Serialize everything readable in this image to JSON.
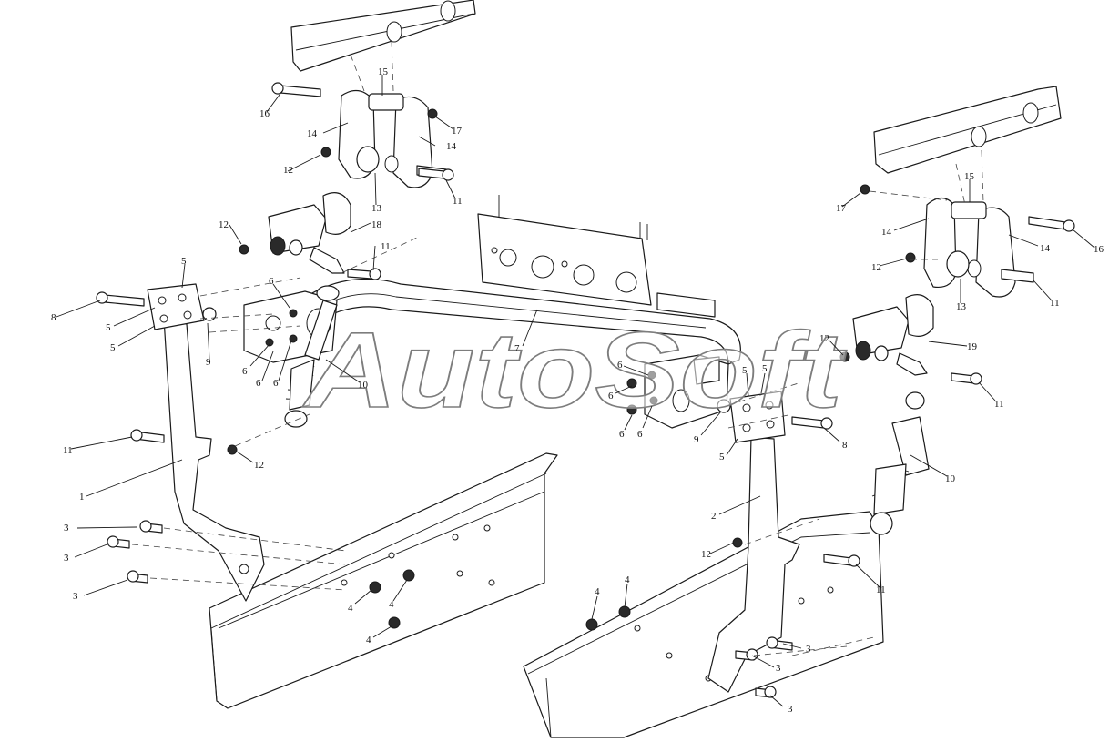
{
  "watermark": "AutoSoft",
  "callouts": {
    "c1": "1",
    "c2": "2",
    "c3a": "3",
    "c3b": "3",
    "c3c": "3",
    "c3d": "3",
    "c3e": "3",
    "c3f": "3",
    "c4a": "4",
    "c4b": "4",
    "c4c": "4",
    "c4d": "4",
    "c4e": "4",
    "c5a": "5",
    "c5b": "5",
    "c5c": "5",
    "c5d": "5",
    "c5e": "5",
    "c5f": "5",
    "c6a": "6",
    "c6b": "6",
    "c6c": "6",
    "c6d": "6",
    "c6e": "6",
    "c6f": "6",
    "c6g": "6",
    "c6h": "6",
    "c7": "7",
    "c8a": "8",
    "c8b": "8",
    "c9a": "9",
    "c9b": "9",
    "c10a": "10",
    "c10b": "10",
    "c11a": "11",
    "c11b": "11",
    "c11c": "11",
    "c11d": "11",
    "c11e": "11",
    "c11f": "11",
    "c12a": "12",
    "c12b": "12",
    "c12c": "12",
    "c12d": "12",
    "c12e": "12",
    "c12f": "12",
    "c13a": "13",
    "c13b": "13",
    "c14a": "14",
    "c14b": "14",
    "c14c": "14",
    "c14d": "14",
    "c15a": "15",
    "c15b": "15",
    "c16a": "16",
    "c16b": "16",
    "c17a": "17",
    "c17b": "17",
    "c18": "18",
    "c19": "19"
  }
}
